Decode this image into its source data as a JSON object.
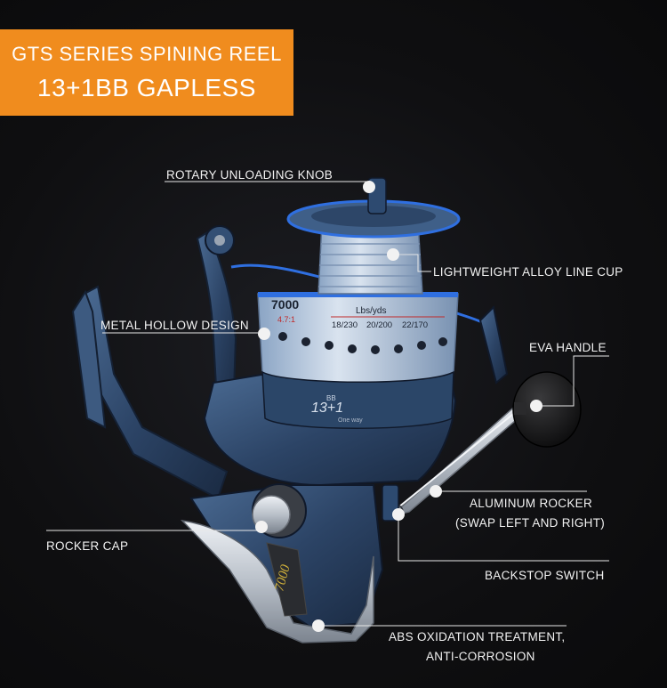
{
  "banner": {
    "line1": "GTS SERIES SPINING REEL",
    "line2": "13+1BB GAPLESS"
  },
  "callouts": {
    "rotary_knob": "ROTARY UNLOADING KNOB",
    "line_cup": "LIGHTWEIGHT ALLOY LINE CUP",
    "metal_hollow": "METAL HOLLOW DESIGN",
    "eva_handle": "EVA HANDLE",
    "aluminum_rocker_1": "ALUMINUM ROCKER",
    "aluminum_rocker_2": "(SWAP LEFT AND RIGHT)",
    "rocker_cap": "ROCKER CAP",
    "backstop_switch": "BACKSTOP SWITCH",
    "abs_1": "ABS OXIDATION TREATMENT,",
    "abs_2": "ANTI-CORROSION"
  },
  "spool_print": {
    "model": "7000",
    "ratio": "4.7:1",
    "unit": "Lbs/yds",
    "cap1": "18/230",
    "cap2": "20/200",
    "cap3": "22/170",
    "badge_top": "BB",
    "badge_main": "13+1",
    "badge_sub": "One way"
  },
  "body_print": {
    "model": "7000"
  },
  "colors": {
    "banner": "#f08c1e",
    "reel_blue": "#2f4a6e",
    "accent_blue": "#2f6fe0",
    "silver": "#c9cdd4"
  }
}
